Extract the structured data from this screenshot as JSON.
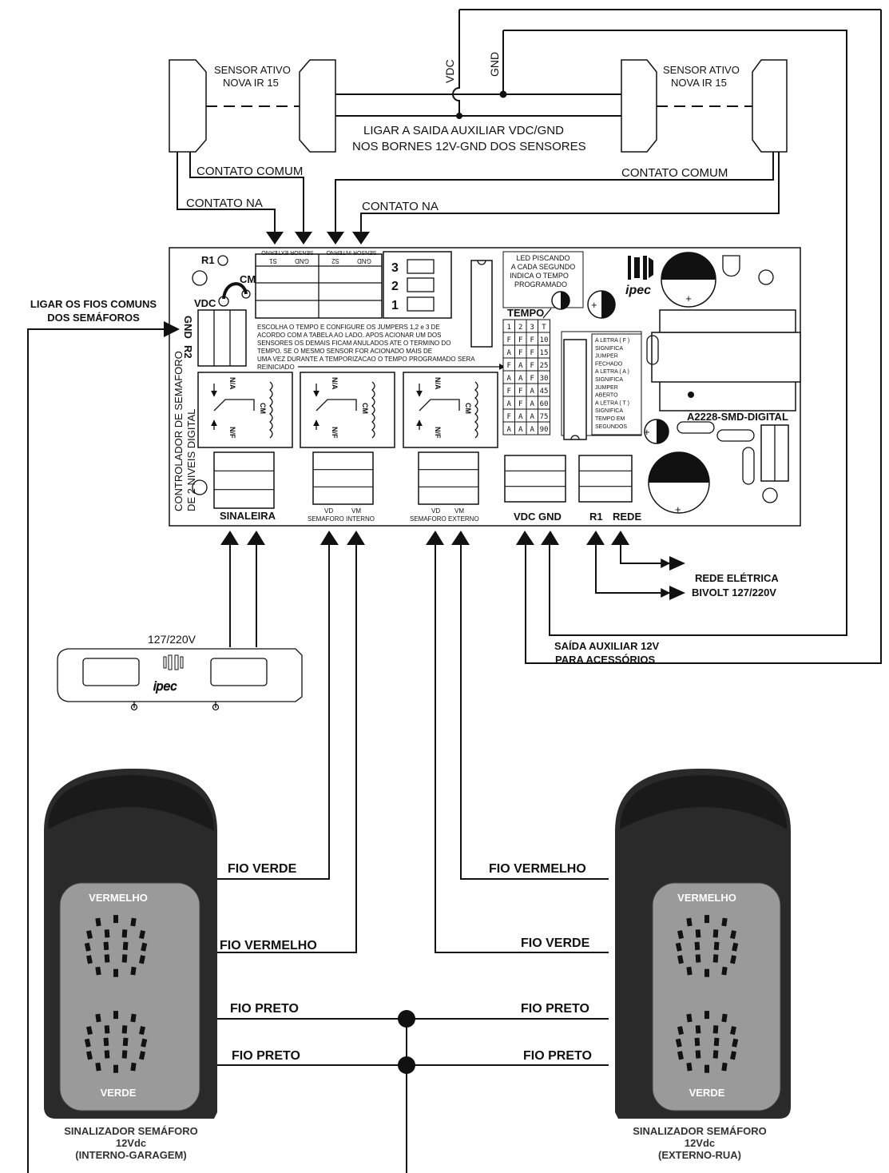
{
  "sensors": {
    "sensor_label_line1": "SENSOR ATIVO",
    "sensor_label_line2": "NOVA IR 15",
    "vdc": "VDC",
    "gnd": "GND",
    "instruction_line1": "LIGAR A SAIDA AUXILIAR VDC/GND",
    "instruction_line2": "NOS BORNES 12V-GND DOS SENSORES",
    "contato_comum": "CONTATO COMUM",
    "contato_na": "CONTATO NA"
  },
  "board": {
    "model": "A2228-SMD-DIGITAL",
    "brand": "ipec",
    "side_title_line1": "CONTROLADOR DE SEMAFORO",
    "side_title_line2": "DE 2 NIVEIS DIGITAL",
    "r1": "R1",
    "cm": "CM",
    "vdc": "VDC",
    "gnd": "GND",
    "r2": "R2",
    "sensor_externo": "SENSOR EXTERNO",
    "sensor_interno": "SENSOR INTERNO",
    "s1_gnd": "GND",
    "s1": "S1",
    "s2_gnd": "GND",
    "s2": "S2",
    "jumper_numbers": [
      "3",
      "2",
      "1"
    ],
    "led_note": [
      "LED PISCANDO",
      "A CADA SEGUNDO",
      "INDICA O TEMPO",
      "PROGRAMADO"
    ],
    "instructions": [
      "ESCOLHA O TEMPO E CONFIGURE OS JUMPERS 1,2 e 3 DE",
      "ACORDO COM A TABELA AO LADO. APOS ACIONAR UM DOS",
      "SENSORES OS DEMAIS FICAM ANULADOS ATE O TERMINO DO",
      "TEMPO. SE O MESMO SENSOR FOR ACIONADO MAIS DE",
      "UMA VEZ DURANTE A TEMPORIZACAO O TEMPO PROGRAMADO SERA",
      "REINICIADO"
    ],
    "tempo_title": "TEMPO",
    "tempo_table": [
      [
        "1",
        "2",
        "3",
        "T"
      ],
      [
        "F",
        "F",
        "F",
        "10"
      ],
      [
        "A",
        "F",
        "F",
        "15"
      ],
      [
        "F",
        "A",
        "F",
        "25"
      ],
      [
        "A",
        "A",
        "F",
        "30"
      ],
      [
        "F",
        "F",
        "A",
        "45"
      ],
      [
        "A",
        "F",
        "A",
        "60"
      ],
      [
        "F",
        "A",
        "A",
        "75"
      ],
      [
        "A",
        "A",
        "A",
        "90"
      ]
    ],
    "legend": [
      "A LETRA ( F )",
      "SIGNIFICA",
      "JUMPER",
      "FECHADO",
      "A LETRA ( A )",
      "SIGNIFICA",
      "JUMPER",
      "ABERTO",
      "A LETRA ( T )",
      "SIGNIFICA",
      "TEMPO EM",
      "SEGUNDOS"
    ],
    "relay_na": "N/A",
    "relay_cm": "CM",
    "relay_nf": "N/F",
    "vd": "VD",
    "vm": "VM",
    "sinaleira": "SINALEIRA",
    "semaforo_interno": "SEMAFORO INTERNO",
    "semaforo_externo": "SEMAFORO EXTERNO",
    "vdc_gnd": "VDC GND",
    "r1_terminal": "R1",
    "rede": "REDE",
    "cap_plus": "+"
  },
  "notes": {
    "ligar_comuns_line1": "LIGAR OS FIOS COMUNS",
    "ligar_comuns_line2": "DOS SEMÁFOROS",
    "rede_eletrica_line1": "REDE ELÉTRICA",
    "rede_eletrica_line2": "BIVOLT 127/220V",
    "saida_aux_line1": "SAÍDA AUXILIAR 12V",
    "saida_aux_line2": "PARA ACESSÓRIOS",
    "voltage": "127/220V",
    "lamp_brand": "ipec"
  },
  "wires": {
    "fio_verde": "FIO VERDE",
    "fio_vermelho": "FIO VERMELHO",
    "fio_preto": "FIO PRETO"
  },
  "signals": {
    "vermelho": "VERMELHO",
    "verde": "VERDE",
    "left_line1": "SINALIZADOR SEMÁFORO",
    "left_line2": "12Vdc",
    "left_line3": "(INTERNO-GARAGEM)",
    "right_line1": "SINALIZADOR SEMÁFORO",
    "right_line2": "12Vdc",
    "right_line3": "(EXTERNO-RUA)"
  },
  "colors": {
    "signal_body": "#2a2a2a",
    "signal_face": "#9a9a9a",
    "line": "#111111"
  }
}
